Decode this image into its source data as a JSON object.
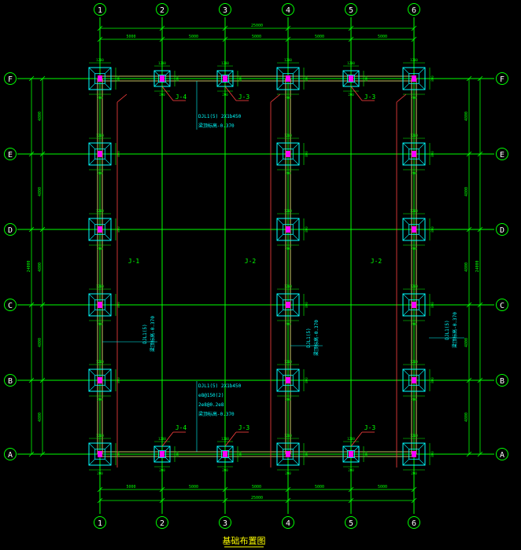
{
  "drawing": {
    "title": "基础布置图",
    "col_labels": [
      "1",
      "2",
      "3",
      "4",
      "5",
      "6"
    ],
    "row_labels": [
      "F",
      "E",
      "D",
      "C",
      "B",
      "A"
    ],
    "overall_width": "25000",
    "bay_widths": [
      "5000",
      "5000",
      "5000",
      "5000",
      "5000"
    ],
    "overall_height": "24000",
    "bay_heights_left": [
      "4800",
      "4800",
      "4800",
      "4800",
      "4800"
    ],
    "bay_heights_right": [
      "4800",
      "4800",
      "4800",
      "4800",
      "4800"
    ],
    "strip_labels": [
      {
        "text": "J-1",
        "col": "1"
      },
      {
        "text": "J-2",
        "col": "4"
      },
      {
        "text": "J-2",
        "col": "6"
      }
    ],
    "top_footing_tags": [
      {
        "text": "J-4",
        "col": "2"
      },
      {
        "text": "J-3",
        "col": "3"
      },
      {
        "text": "J-3",
        "col": "5"
      }
    ],
    "bottom_footing_tags": [
      {
        "text": "J-4",
        "col": "2"
      },
      {
        "text": "J-3",
        "col": "3"
      },
      {
        "text": "J-3",
        "col": "5"
      }
    ],
    "beam_note_top": [
      "DJL1(5) 2X1b450",
      "梁顶标高-0.370"
    ],
    "beam_note_bottom": [
      "DJL1(5) 2X1b450",
      "e8@150(2)",
      "2e8@0.2e8",
      "梁顶标高-0.370"
    ],
    "side_note_a": [
      "DJL1(5)",
      "梁顶标高-0.370"
    ],
    "side_note_b": [
      "DJL1(5)",
      "梁顶标高-0.370"
    ],
    "side_note_c": [
      "DJL1(5)",
      "梁顶标高-0.370"
    ],
    "footing_dim_small": "200",
    "footing_dim_large": "1200",
    "footing_dim_side": "800",
    "colors": {
      "background": "#000000",
      "grid": "#00ff00",
      "footing": "#00ffff",
      "column": "#ff00ff",
      "beam": "#ffff80",
      "leader": "#ff4040",
      "dim": "#00ff00",
      "note": "#00ffff",
      "title": "#ffff00",
      "bubble_text": "#ffffff"
    }
  }
}
